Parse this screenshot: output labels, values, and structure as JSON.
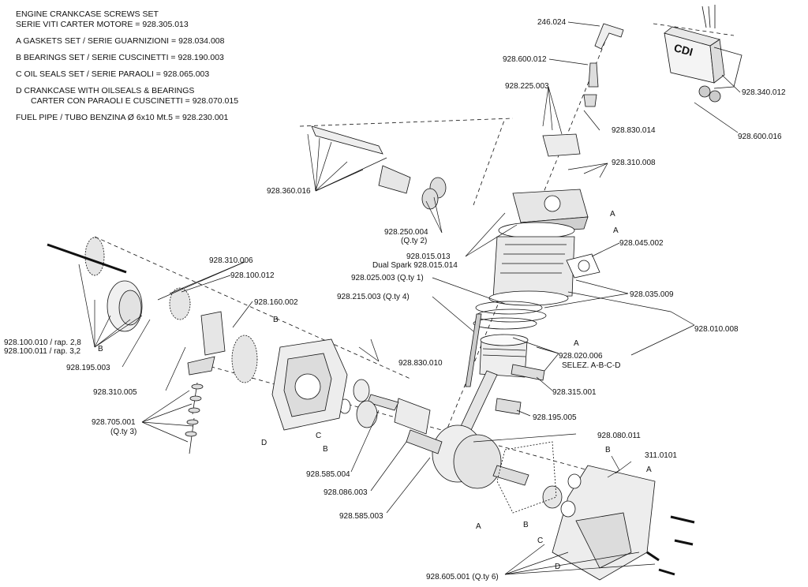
{
  "legend": {
    "crankcase_screws_en": "ENGINE CRANKCASE SCREWS SET",
    "crankcase_screws_it": "SERIE VITI CARTER MOTORE = 928.305.013",
    "gaskets": "A  GASKETS SET / SERIE GUARNIZIONI = 928.034.008",
    "bearings": "B  BEARINGS SET / SERIE CUSCINETTI = 928.190.003",
    "oil_seals": "C  OIL SEALS SET / SERIE PARAOLI = 928.065.003",
    "crankcase_en": "D  CRANKCASE WITH OILSEALS & BEARINGS",
    "crankcase_it": "CARTER CON PARAOLI E CUSCINETTI = 928.070.015",
    "fuel_pipe": "FUEL PIPE / TUBO BENZINA Ø  6x10  Mt.5 = 928.230.001"
  },
  "labels": {
    "p246024": "246.024",
    "p928600012": "928.600.012",
    "p928225003": "928.225.003",
    "p928830014": "928.830.014",
    "p928310008": "928.310.008",
    "p928340012": "928.340.012",
    "p928600016": "928.600.016",
    "cdi_text": "CDI",
    "p928360016": "928.360.016",
    "p928250004": "928.250.004",
    "qty2": "(Q.ty 2)",
    "p928015013": "928.015.013",
    "dual_spark": "Dual Spark 928.015.014",
    "p928025003": "928.025.003  (Q.ty 1)",
    "p928215003": "928.215.003  (Q.ty 4)",
    "p928045002": "928.045.002",
    "p928035009": "928.035.009",
    "p928010008": "928.010.008",
    "p928020006": "928.020.006",
    "selez": "SELEZ. A-B-C-D",
    "p928315001": "928.315.001",
    "p928195005": "928.195.005",
    "p928080011": "928.080.011",
    "p311_0101": "311.0101",
    "p928310006": "928.310.006",
    "p928100012": "928.100.012",
    "p928160002": "928.160.002",
    "p928830010": "928.830.010",
    "p928100010": "928.100.010 / rap. 2,8",
    "p928100011": "928.100.011 / rap. 3,2",
    "p928195003": "928.195.003",
    "p928310005": "928.310.005",
    "p928705001": "928.705.001",
    "qty3": "(Q.ty 3)",
    "p928585004": "928.585.004",
    "p928086003": "928.086.003",
    "p928585003": "928.585.003",
    "p928605001": "928.605.001  (Q.ty 6)",
    "A": "A",
    "B": "B",
    "C": "C",
    "D": "D"
  }
}
